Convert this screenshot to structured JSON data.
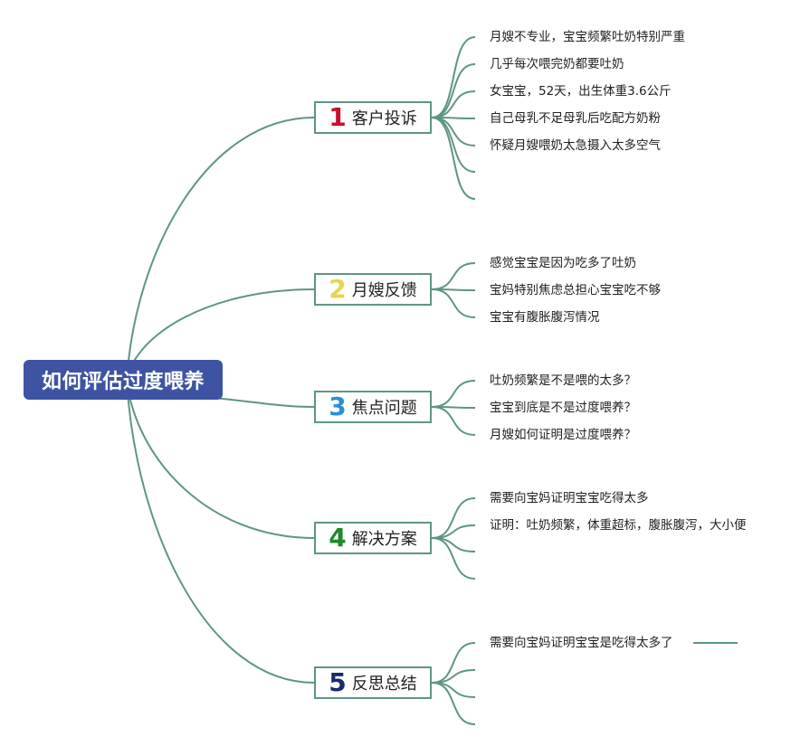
{
  "root": {
    "label": "如何评估过度喂养"
  },
  "colors": {
    "line": "#5f9585",
    "root_bg": "#3e54a3",
    "num1": "#c8102e",
    "num2": "#e8d44d",
    "num3": "#2a8fd6",
    "num4": "#1f8a2a",
    "num5": "#1b2a6b"
  },
  "branches": [
    {
      "num": "1",
      "label": "客户投诉",
      "color": "#c8102e",
      "leaves": [
        "月嫂不专业，宝宝频繁吐奶特别严重",
        "几乎每次喂完奶都要吐奶",
        "女宝宝，52天，出生体重3.6公斤",
        "自己母乳不足母乳后吃配方奶粉",
        "怀疑月嫂喂奶太急摄入太多空气",
        "",
        ""
      ]
    },
    {
      "num": "2",
      "label": "月嫂反馈",
      "color": "#e8d44d",
      "leaves": [
        "感觉宝宝是因为吃多了吐奶",
        "宝妈特别焦虑总担心宝宝吃不够",
        "宝宝有腹胀腹泻情况"
      ]
    },
    {
      "num": "3",
      "label": "焦点问题",
      "color": "#2a8fd6",
      "leaves": [
        "吐奶频繁是不是喂的太多？",
        "宝宝到底是不是过度喂养？",
        "月嫂如何证明是过度喂养？"
      ]
    },
    {
      "num": "4",
      "label": "解决方案",
      "color": "#1f8a2a",
      "leaves": [
        "需要向宝妈证明宝宝吃得太多",
        "证明：吐奶频繁，体重超标，腹胀腹泻，大小便",
        "",
        ""
      ]
    },
    {
      "num": "5",
      "label": "反思总结",
      "color": "#1b2a6b",
      "leaves": [
        "需要向宝妈证明宝宝是吃得太多了",
        "",
        "",
        ""
      ]
    }
  ]
}
